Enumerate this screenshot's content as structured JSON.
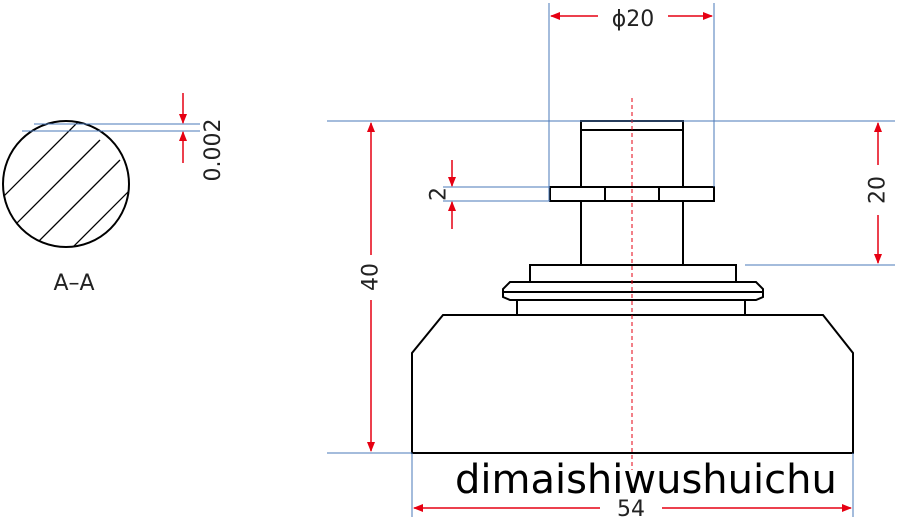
{
  "section": {
    "label": "A–A",
    "gap_dim": "0.002"
  },
  "dims": {
    "diameter": "ϕ20",
    "thickness": "2",
    "height_upper": "20",
    "height_total": "40",
    "width_base": "54"
  },
  "watermark": "dimaishiwushuichu",
  "colors": {
    "outline": "#000000",
    "extension": "#4a78b8",
    "dimension": "#e60012"
  }
}
